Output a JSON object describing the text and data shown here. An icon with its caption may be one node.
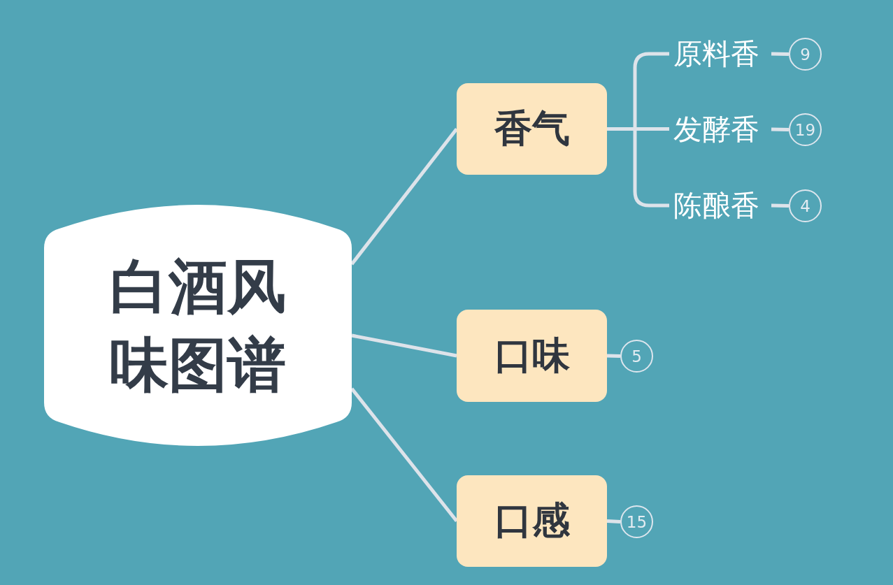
{
  "diagram": {
    "nodes": [
      {
        "text": [
          "白酒风味图谱"
        ]
      },
      {
        "text": [
          "香气"
        ]
      },
      {
        "text": [
          "原料香"
        ]
      },
      {
        "text": [
          "9"
        ]
      },
      {
        "text": [
          "发酵香"
        ]
      },
      {
        "text": [
          "19"
        ]
      },
      {
        "text": [
          "陈酿香"
        ]
      },
      {
        "text": [
          "4"
        ]
      },
      {
        "text": [
          "口味"
        ]
      },
      {
        "text": [
          "5"
        ]
      },
      {
        "text": [
          "口感"
        ]
      },
      {
        "text": [
          "15"
        ]
      }
    ],
    "edges": [
      {
        "from": 0,
        "to": 1,
        "arrow": "none"
      },
      {
        "from": 0,
        "to": 8,
        "arrow": "none"
      },
      {
        "from": 0,
        "to": 10,
        "arrow": "none"
      },
      {
        "from": 1,
        "to": 2,
        "arrow": "none"
      },
      {
        "from": 1,
        "to": 4,
        "arrow": "none"
      },
      {
        "from": 1,
        "to": 6,
        "arrow": "none"
      },
      {
        "from": 2,
        "to": 3,
        "arrow": "none"
      },
      {
        "from": 4,
        "to": 5,
        "arrow": "none"
      },
      {
        "from": 6,
        "to": 7,
        "arrow": "none"
      },
      {
        "from": 8,
        "to": 9,
        "arrow": "none"
      },
      {
        "from": 10,
        "to": 11,
        "arrow": "none"
      }
    ]
  }
}
